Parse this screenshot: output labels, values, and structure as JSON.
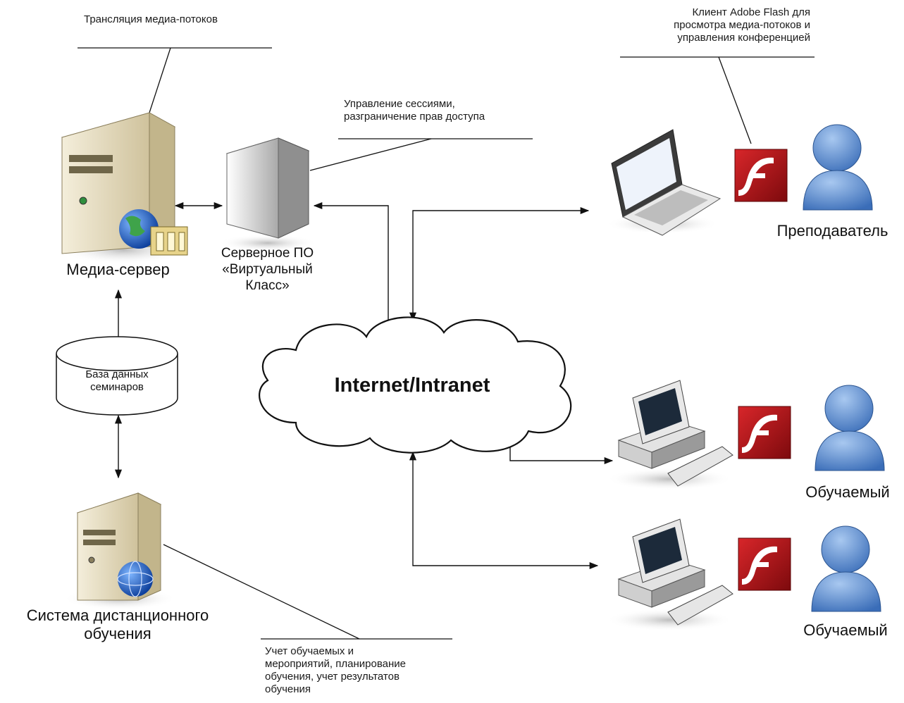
{
  "notes": {
    "streaming": "Трансляция медиа-потоков",
    "flash_client": "Клиент Adobe Flash для\nпросмотра медиа-потоков и\nуправления конференцией",
    "session_mgmt": "Управление сессиями,\nразграничение прав доступа",
    "lms_duties": "Учет обучаемых и\nмероприятий, планирование\nобучения, учет результатов\nобучения"
  },
  "nodes": {
    "media_server": "Медиа-сервер",
    "server_software": "Серверное ПО\n«Виртуальный\nКласс»",
    "database": "База данных\nсеминаров",
    "lms": "Система дистанционного\nобучения",
    "network": "Internet/Intranet",
    "teacher": "Преподаватель",
    "student_1": "Обучаемый",
    "student_2": "Обучаемый"
  },
  "icons": {
    "media_server": "tower-server-globe-icon",
    "server_software": "server-box-icon",
    "lms_server": "tower-server-globe-icon",
    "database": "database-cylinder-icon",
    "network": "cloud-icon",
    "teacher_device": "laptop-icon",
    "student_device": "desktop-computer-icon",
    "flash": "adobe-flash-icon",
    "person": "person-icon"
  },
  "colors": {
    "flash_red": "#c0171b",
    "person_blue": "#5b8fd3",
    "server_beige": "#e6dcc0",
    "line": "#111111"
  }
}
